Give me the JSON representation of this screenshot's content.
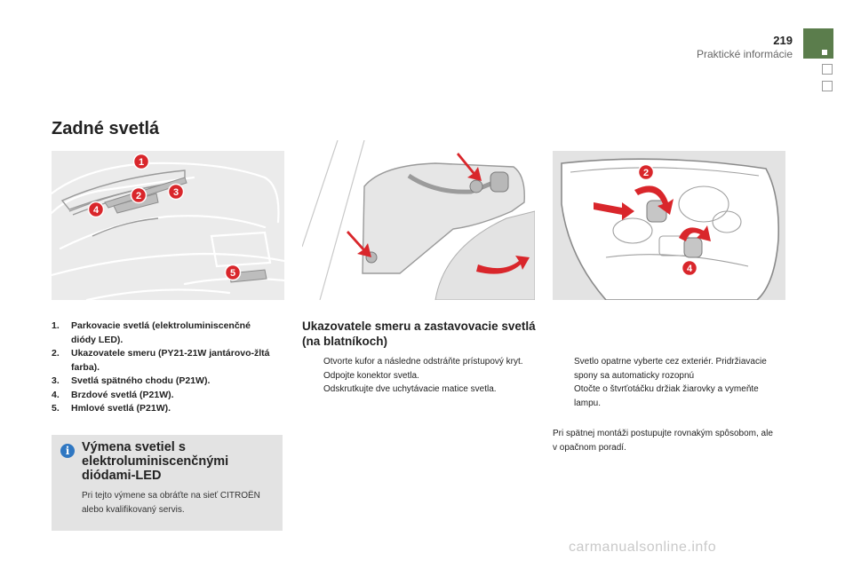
{
  "header": {
    "page_number": "219",
    "section": "Praktické informácie"
  },
  "title": "Zadné svetlá",
  "figure_callouts": [
    "1",
    "2",
    "3",
    "4",
    "5"
  ],
  "legend": [
    {
      "num": "1.",
      "text": "Parkovacie svetlá (elektroluminiscenčné diódy LED)."
    },
    {
      "num": "2.",
      "text": "Ukazovatele smeru (PY21-21W jantárovo-žltá farba)."
    },
    {
      "num": "3.",
      "text": "Svetlá spätného chodu (P21W)."
    },
    {
      "num": "4.",
      "text": "Brzdové svetlá (P21W)."
    },
    {
      "num": "5.",
      "text": "Hmlové svetlá (P21W)."
    }
  ],
  "info_box": {
    "title": "Výmena svetiel s elektroluminiscenčnými diódami-LED",
    "text": "Pri tejto výmene sa obráťte na sieť CITROËN alebo kvalifikovaný servis."
  },
  "middle": {
    "heading": "Ukazovatele smeru a zastavovacie svetlá (na blatníkoch)",
    "steps": [
      "Otvorte kufor a následne odstráňte prístupový kryt.",
      "Odpojte konektor svetla.",
      "Odskrutkujte dve uchytávacie matice svetla."
    ]
  },
  "right": {
    "steps": [
      "Svetlo opatrne vyberte cez exteriér. Pridržiavacie spony sa automaticky rozopnú",
      "Otočte o štvrťotáčku držiak žiarovky a vymeňte lampu."
    ],
    "note": "Pri spätnej montáži postupujte rovnakým spôsobom, ale v opačnom poradí."
  },
  "bullet_mark": "",
  "info_icon_glyph": "i",
  "watermark": "carmanualsonline.info",
  "colors": {
    "section_tab": "#5b7d4c",
    "callout_red": "#d9262b",
    "info_icon": "#2f77c2",
    "panel_gray": "#e3e3e3"
  }
}
